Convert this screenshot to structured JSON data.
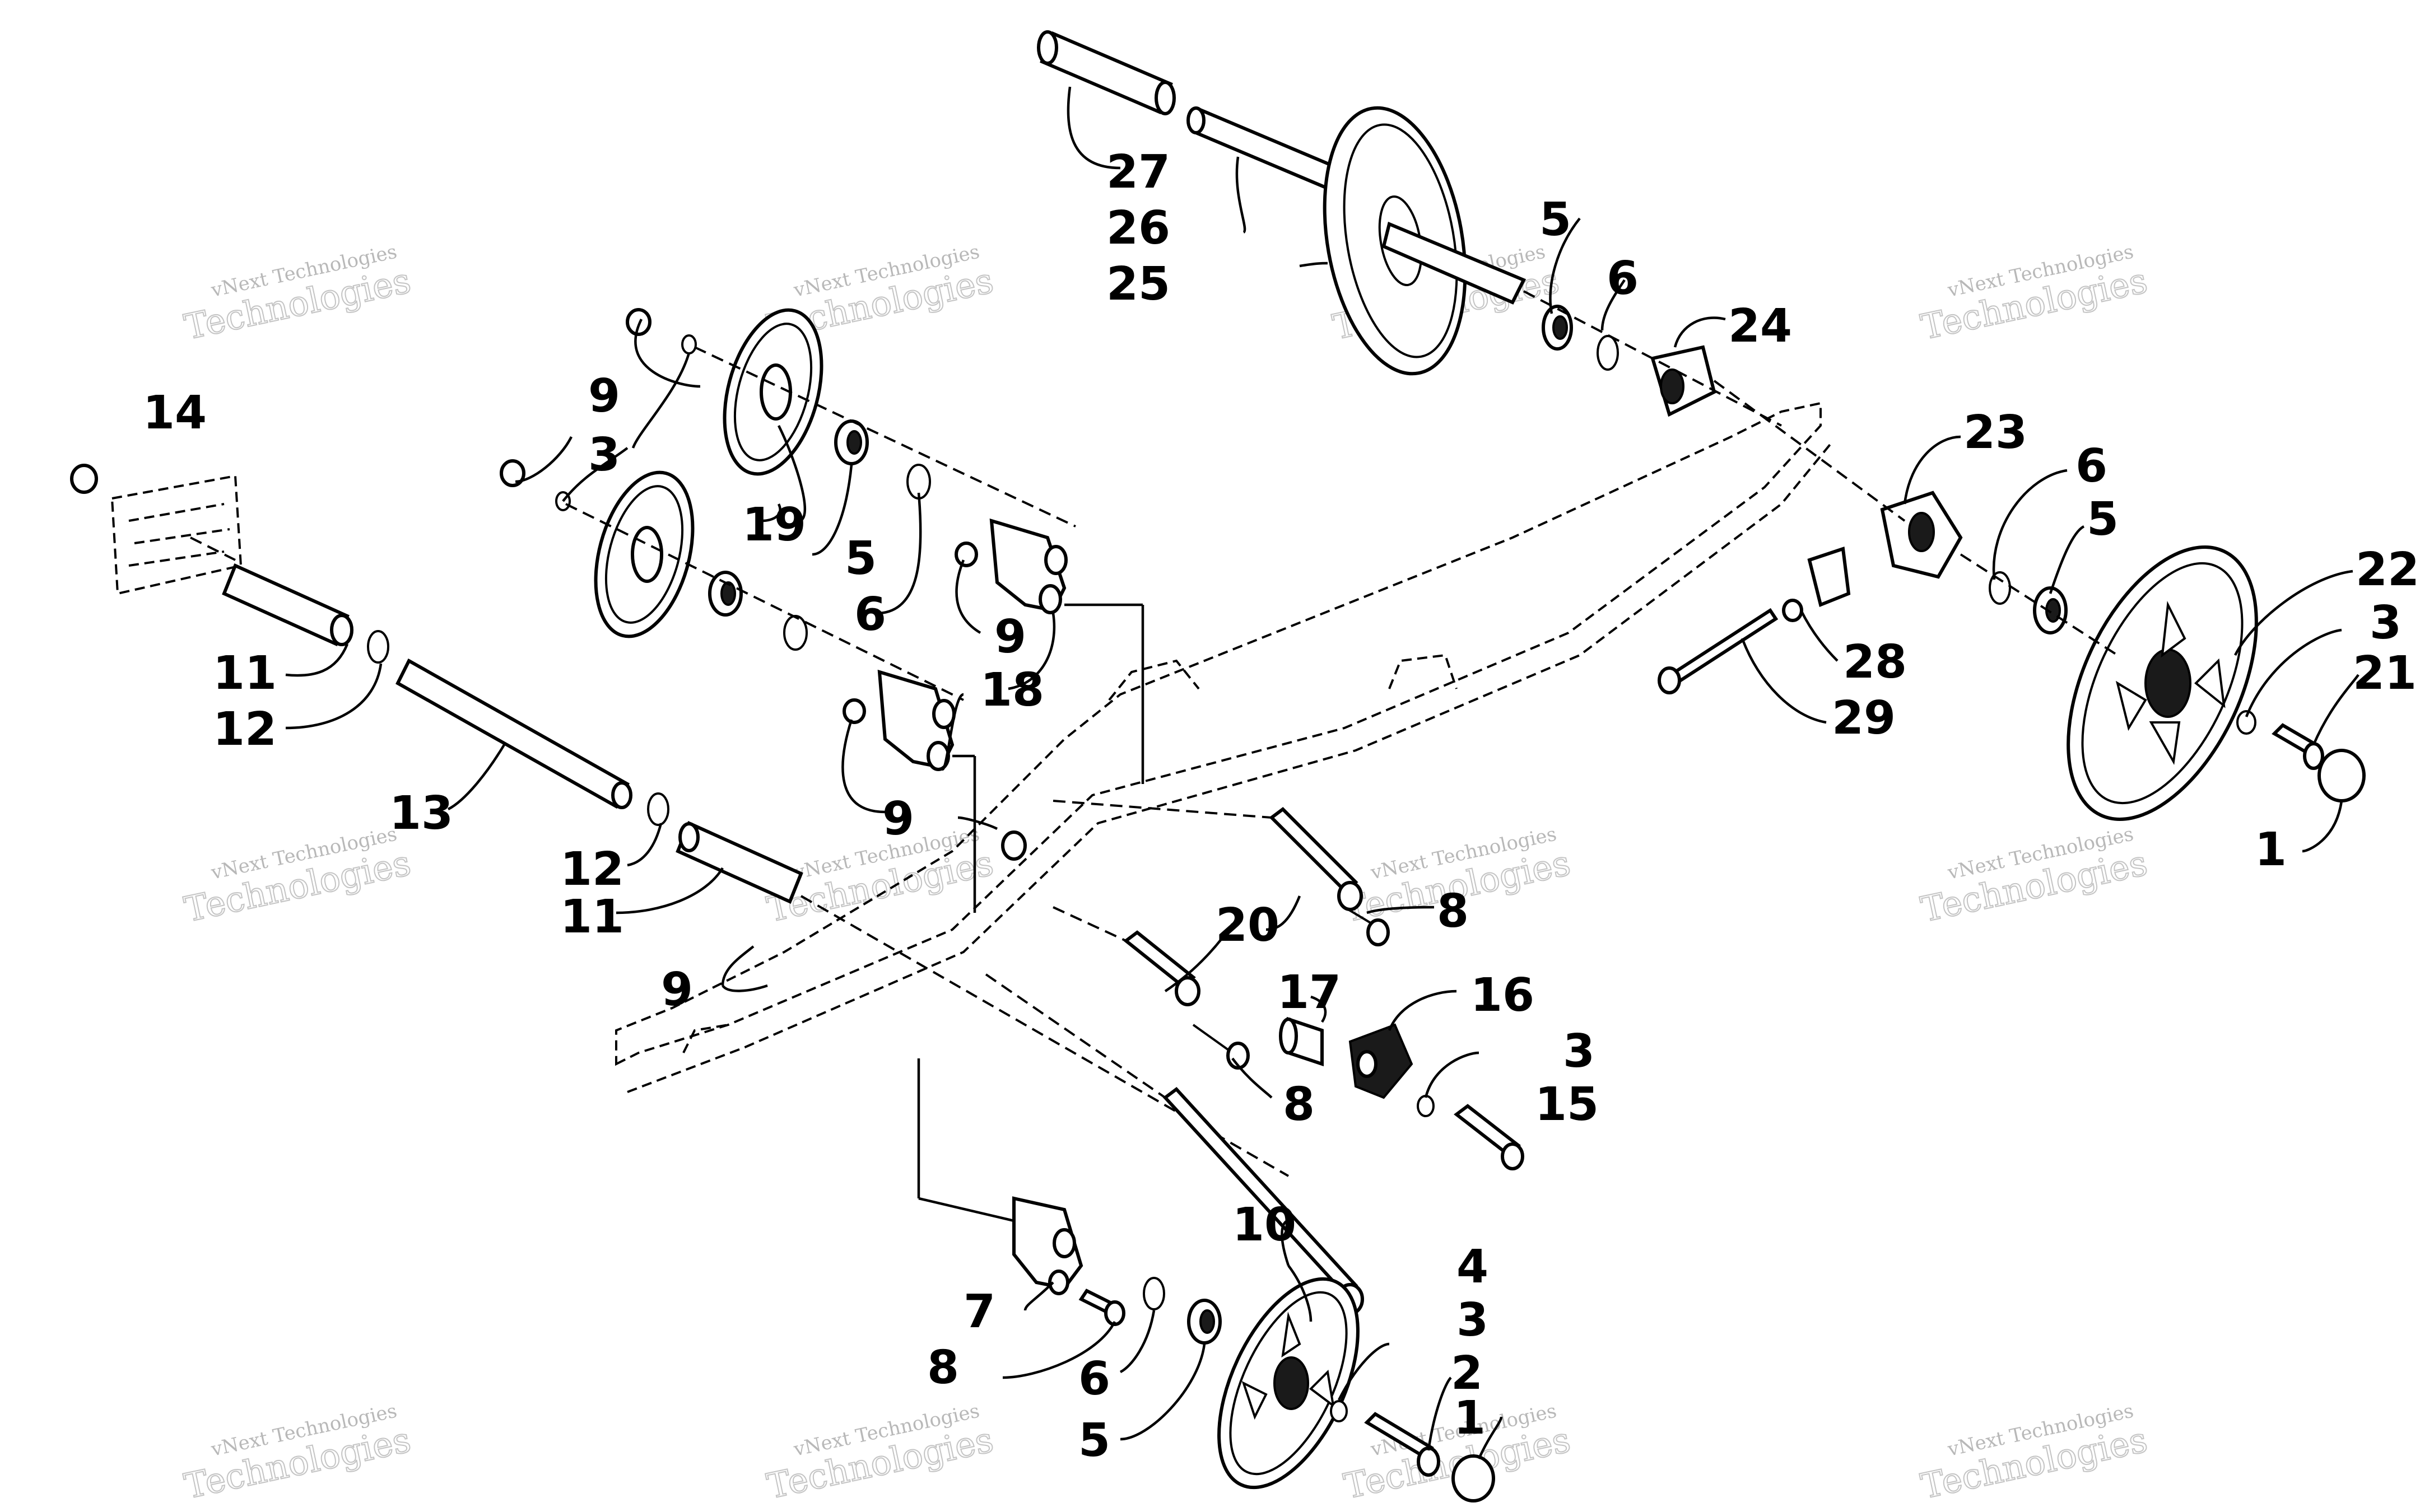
{
  "watermark": {
    "line1": "vNext Technologies",
    "line2": "Technologies"
  },
  "labels": [
    {
      "id": "l27",
      "text": "27"
    },
    {
      "id": "l26",
      "text": "26"
    },
    {
      "id": "l25",
      "text": "25"
    },
    {
      "id": "l5a",
      "text": "5"
    },
    {
      "id": "l6a",
      "text": "6"
    },
    {
      "id": "l24",
      "text": "24"
    },
    {
      "id": "l14",
      "text": "14"
    },
    {
      "id": "l9a",
      "text": "9"
    },
    {
      "id": "l3a",
      "text": "3"
    },
    {
      "id": "l19",
      "text": "19"
    },
    {
      "id": "l5b",
      "text": "5"
    },
    {
      "id": "l6b",
      "text": "6"
    },
    {
      "id": "l9b",
      "text": "9"
    },
    {
      "id": "l18",
      "text": "18"
    },
    {
      "id": "l11a",
      "text": "11"
    },
    {
      "id": "l12a",
      "text": "12"
    },
    {
      "id": "l13",
      "text": "13"
    },
    {
      "id": "l12b",
      "text": "12"
    },
    {
      "id": "l11b",
      "text": "11"
    },
    {
      "id": "l9c",
      "text": "9"
    },
    {
      "id": "l9d",
      "text": "9"
    },
    {
      "id": "l20",
      "text": "20"
    },
    {
      "id": "l8a",
      "text": "8"
    },
    {
      "id": "l17",
      "text": "17"
    },
    {
      "id": "l16",
      "text": "16"
    },
    {
      "id": "l3b",
      "text": "3"
    },
    {
      "id": "l15",
      "text": "15"
    },
    {
      "id": "l8b",
      "text": "8"
    },
    {
      "id": "l10",
      "text": "10"
    },
    {
      "id": "l23",
      "text": "23"
    },
    {
      "id": "l6c",
      "text": "6"
    },
    {
      "id": "l5c",
      "text": "5"
    },
    {
      "id": "l22",
      "text": "22"
    },
    {
      "id": "l3c",
      "text": "3"
    },
    {
      "id": "l21",
      "text": "21"
    },
    {
      "id": "l28",
      "text": "28"
    },
    {
      "id": "l29",
      "text": "29"
    },
    {
      "id": "l1a",
      "text": "1"
    },
    {
      "id": "l4",
      "text": "4"
    },
    {
      "id": "l3d",
      "text": "3"
    },
    {
      "id": "l2",
      "text": "2"
    },
    {
      "id": "l1b",
      "text": "1"
    },
    {
      "id": "l7",
      "text": "7"
    },
    {
      "id": "l8c",
      "text": "8"
    },
    {
      "id": "l6d",
      "text": "6"
    },
    {
      "id": "l5d",
      "text": "5"
    }
  ]
}
